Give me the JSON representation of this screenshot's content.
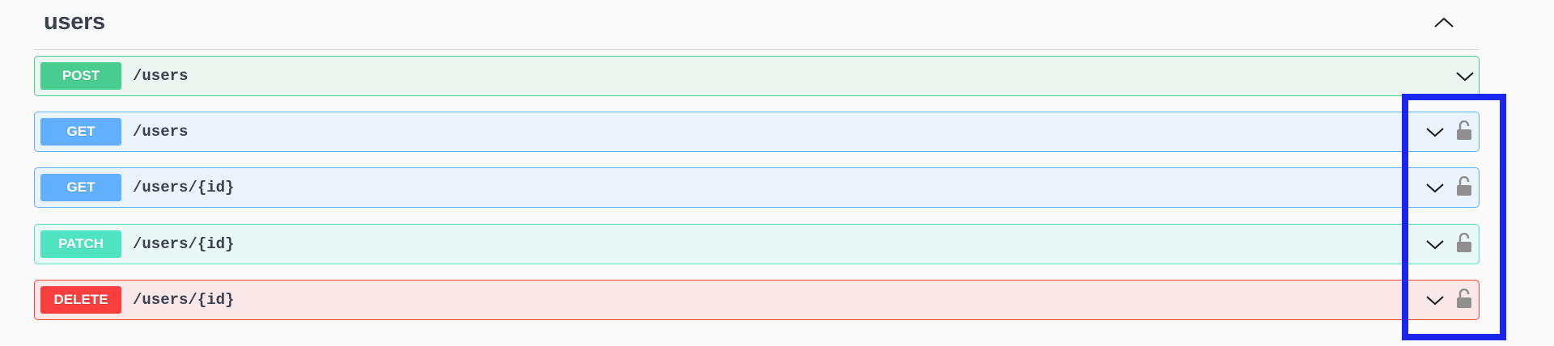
{
  "section": {
    "title": "users",
    "collapse_icon": "chevron-up-icon",
    "expanded": true
  },
  "colors": {
    "post": "#49cc90",
    "get": "#61affe",
    "patch": "#50e3c2",
    "delete": "#f93e3e",
    "highlight": "#1a26f0"
  },
  "operations": [
    {
      "method": "POST",
      "path": "/users",
      "locked": false,
      "has_lock_icon": false
    },
    {
      "method": "GET",
      "path": "/users",
      "has_lock_icon": true,
      "lock_icon": "unlocked-padlock-icon"
    },
    {
      "method": "GET",
      "path": "/users/{id}",
      "has_lock_icon": true,
      "lock_icon": "unlocked-padlock-icon"
    },
    {
      "method": "PATCH",
      "path": "/users/{id}",
      "has_lock_icon": true,
      "lock_icon": "unlocked-padlock-icon"
    },
    {
      "method": "DELETE",
      "path": "/users/{id}",
      "has_lock_icon": true,
      "lock_icon": "unlocked-padlock-icon"
    }
  ],
  "annotation": {
    "type": "highlight-box",
    "target": "expand-chevrons-and-lock-icons"
  }
}
